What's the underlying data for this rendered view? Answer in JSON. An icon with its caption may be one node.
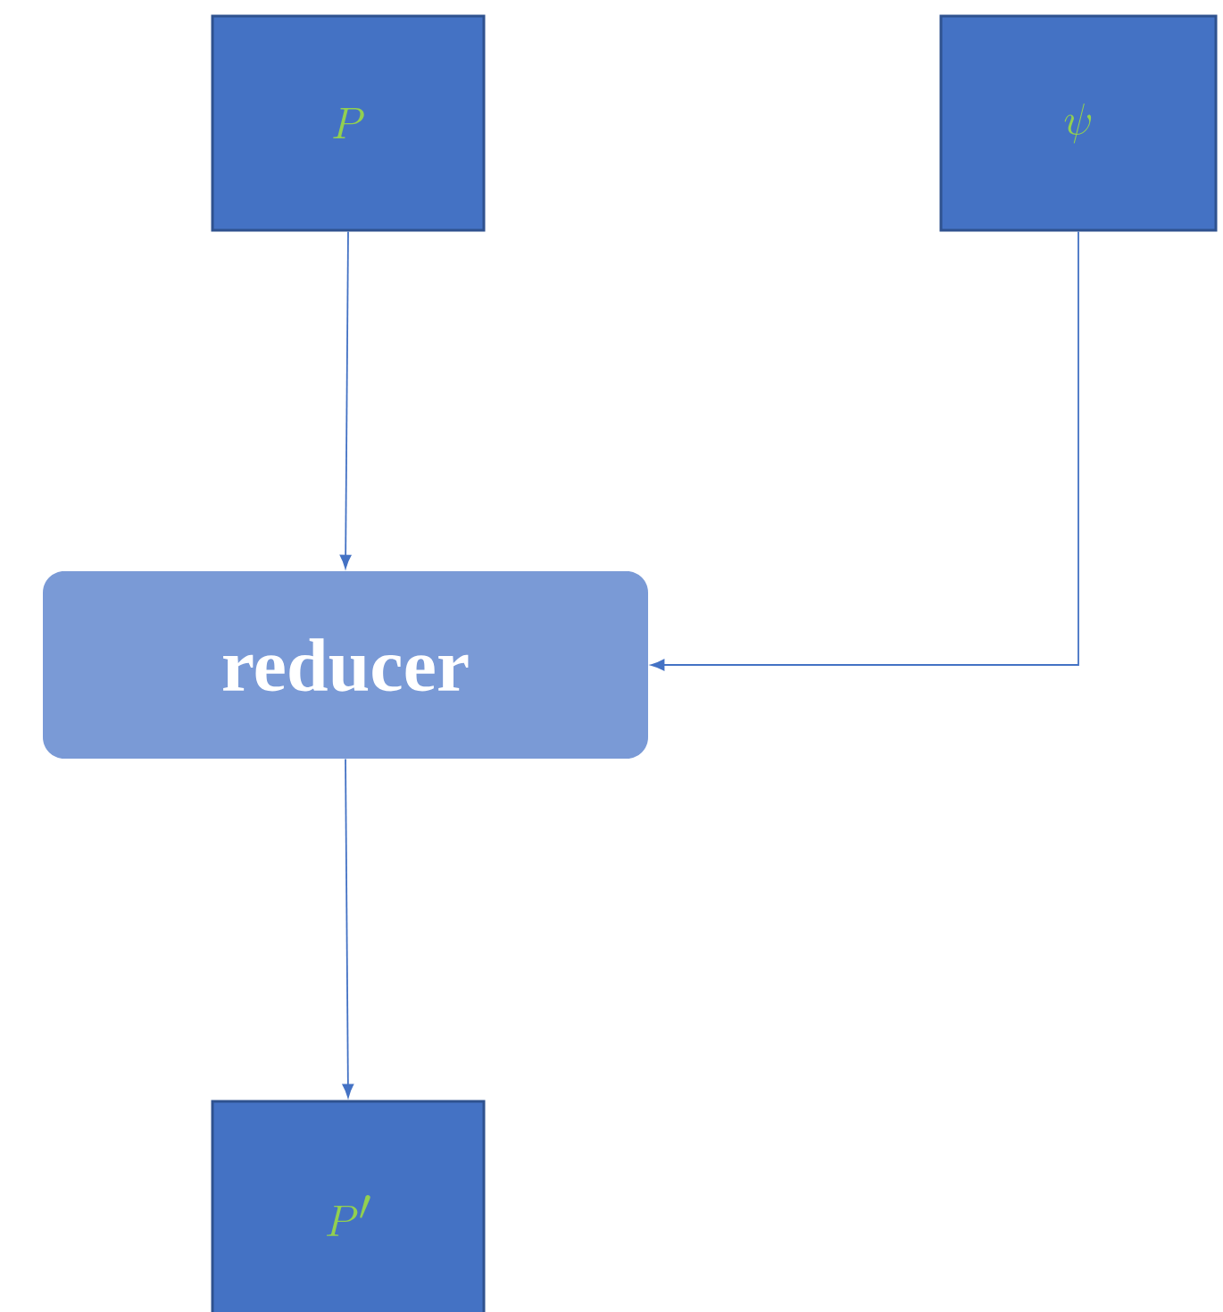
{
  "diagram": {
    "nodes": [
      {
        "text": [
          "P"
        ]
      },
      {
        "text": [
          "\\psi"
        ]
      },
      {
        "text": [
          "reducer"
        ]
      },
      {
        "text": [
          "P'"
        ]
      }
    ],
    "edges": [
      {
        "from": 0,
        "to": 2,
        "arrow": "to"
      },
      {
        "from": 1,
        "to": 2,
        "arrow": "to"
      },
      {
        "from": 2,
        "to": 3,
        "arrow": "to"
      }
    ]
  }
}
